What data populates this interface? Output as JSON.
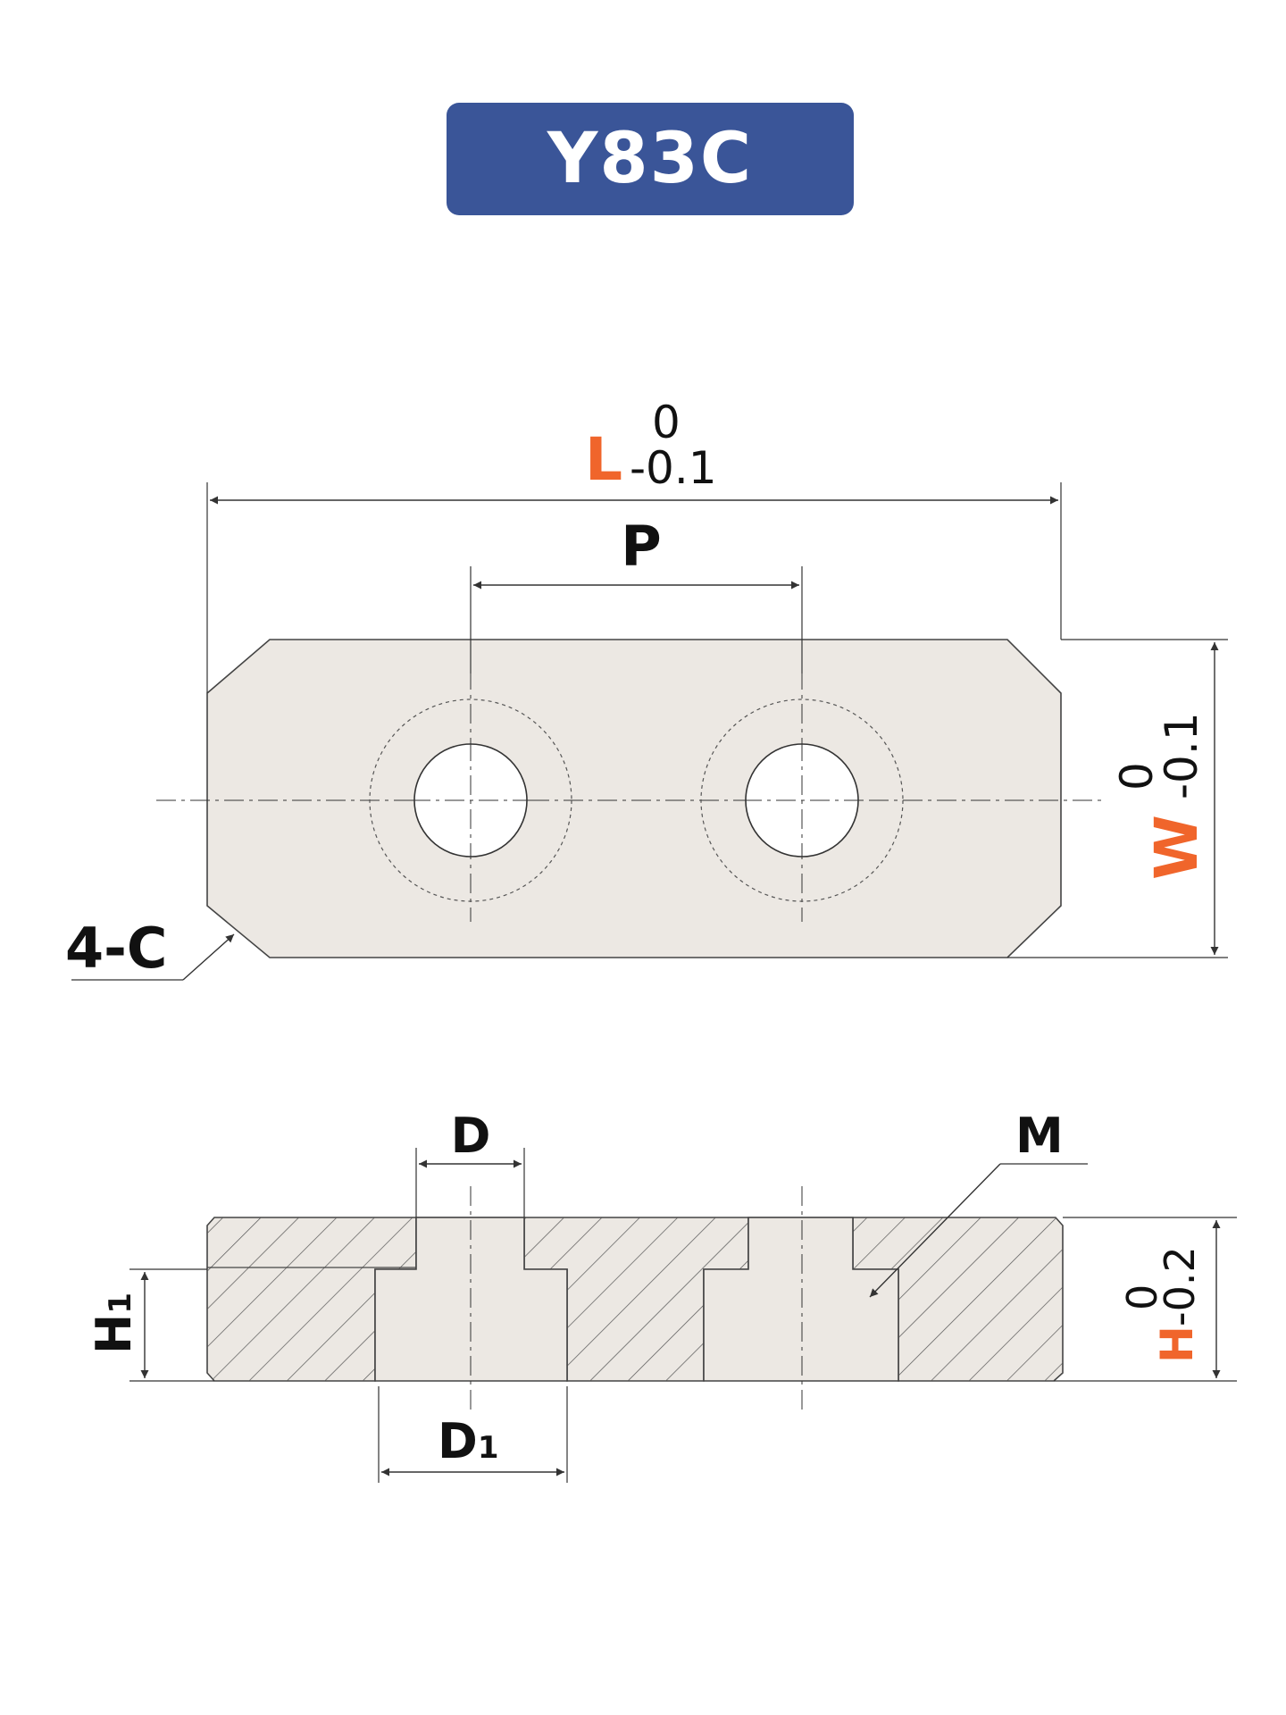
{
  "title": "Y83C",
  "colors": {
    "badge": "#3a5598",
    "part_fill": "#ece8e3",
    "accent": "#f0652b",
    "line": "#333333"
  },
  "labels": {
    "L": {
      "symbol": "L",
      "upper": "0",
      "lower": "-0.1"
    },
    "P": "P",
    "W": {
      "symbol": "W",
      "upper": "0",
      "lower": "-0.1"
    },
    "chamfer": "4-C",
    "D": "D",
    "D1": {
      "base": "D",
      "sub": "1"
    },
    "M": "M",
    "H1": {
      "base": "H",
      "sub": "1"
    },
    "H": {
      "symbol": "H",
      "upper": "0",
      "lower": "-0.2"
    }
  }
}
